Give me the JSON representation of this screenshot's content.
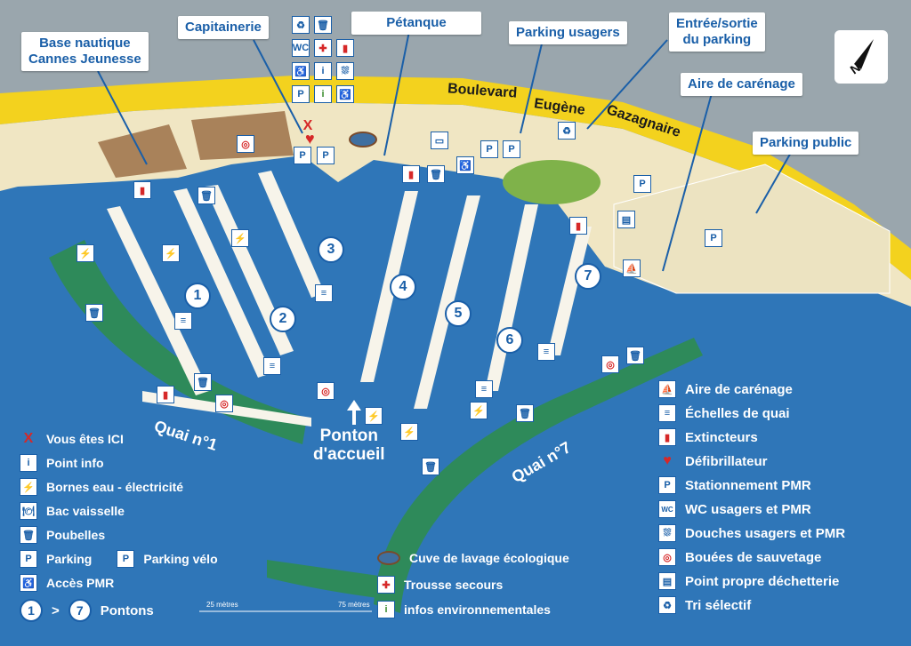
{
  "labels": {
    "base_nautique": "Base nautique\nCannes Jeunesse",
    "capitainerie": "Capitainerie",
    "petanque": "Pétanque",
    "parking_usagers": "Parking usagers",
    "entree_sortie": "Entrée/sortie\ndu parking",
    "aire_carenage": "Aire de carénage",
    "parking_public": "Parking public"
  },
  "road": {
    "boulevard": "Boulevard",
    "eugene": "Eugène",
    "gazagnaire": "Gazagnaire"
  },
  "quais": {
    "quai1": "Quai n°1",
    "quai7": "Quai n°7"
  },
  "pontons": [
    "1",
    "2",
    "3",
    "4",
    "5",
    "6",
    "7"
  ],
  "accueil": "Ponton\nd'accueil",
  "you_are_here_mark": "X",
  "legend_left": [
    {
      "icon": "x-mark-icon",
      "glyph": "X",
      "label": "Vous êtes ICI"
    },
    {
      "icon": "info-icon",
      "glyph": "i",
      "label": "Point info"
    },
    {
      "icon": "water-electric-icon",
      "glyph": "⚡",
      "label": "Bornes eau - électricité"
    },
    {
      "icon": "dishwash-icon",
      "glyph": "🍽",
      "label": "Bac vaisselle"
    },
    {
      "icon": "trash-icon",
      "glyph": "🗑",
      "label": "Poubelles"
    },
    {
      "icon": "parking-icon",
      "glyph": "P",
      "label": "Parking"
    },
    {
      "icon": "pmr-access-icon",
      "glyph": "♿",
      "label": "Accès PMR"
    }
  ],
  "legend_bike": {
    "icon": "bike-parking-icon",
    "glyph": "P",
    "label": "Parking vélo"
  },
  "legend_pontons": {
    "from": "1",
    "sep": ">",
    "to": "7",
    "label": "Pontons"
  },
  "legend_middle": [
    {
      "icon": "eco-wash-tank-icon",
      "label": "Cuve de lavage écologique"
    },
    {
      "icon": "first-aid-icon",
      "glyph": "✚",
      "label": "Trousse secours"
    },
    {
      "icon": "env-info-icon",
      "glyph": "i",
      "label": "infos environnementales"
    }
  ],
  "legend_right": [
    {
      "icon": "careening-icon",
      "glyph": "⛵",
      "label": "Aire de carénage"
    },
    {
      "icon": "ladder-icon",
      "glyph": "≡",
      "label": "Échelles de quai"
    },
    {
      "icon": "extinguisher-icon",
      "glyph": "▮",
      "label": "Extincteurs"
    },
    {
      "icon": "defibrillator-icon",
      "glyph": "♥",
      "label": "Défibrillateur"
    },
    {
      "icon": "pmr-parking-icon",
      "glyph": "P",
      "label": "Stationnement PMR"
    },
    {
      "icon": "wc-icon",
      "glyph": "WC",
      "label": "WC usagers et PMR"
    },
    {
      "icon": "shower-icon",
      "glyph": "⛆",
      "label": "Douches usagers et PMR"
    },
    {
      "icon": "lifebuoy-icon",
      "glyph": "◎",
      "label": "Bouées de sauvetage"
    },
    {
      "icon": "waste-point-icon",
      "glyph": "▤",
      "label": "Point propre déchetterie"
    },
    {
      "icon": "recycling-icon",
      "glyph": "♻",
      "label": "Tri sélectif"
    }
  ],
  "scale": {
    "a": "25 mètres",
    "b": "75 mètres"
  },
  "colors": {
    "sea": "#2f76b8",
    "land": "#f0e6c3",
    "road": "#f3d21e",
    "jetty": "#2e8a5a",
    "callout_text": "#1a5fa8",
    "red": "#d62828"
  }
}
